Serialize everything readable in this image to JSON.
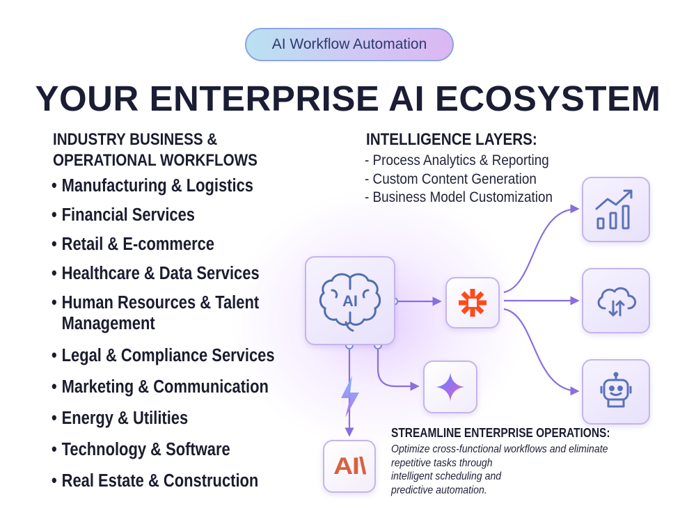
{
  "badge": "AI Workflow Automation",
  "title": "YOUR ENTERPRISE AI ECOSYSTEM",
  "industries": {
    "title_line1": "INDUSTRY BUSINESS &",
    "title_line2": "OPERATIONAL WORKFLOWS",
    "items": [
      "Manufacturing & Logistics",
      "Financial Services",
      "Retail & E-commerce",
      "Healthcare & Data Services",
      "Human Resources & Talent",
      "Legal & Compliance Services",
      "Marketing & Communication",
      "Energy & Utilities",
      "Technology & Software",
      "Real Estate & Construction"
    ],
    "item_continuation": "Management"
  },
  "intelligence": {
    "title": "INTELLIGENCE LAYERS:",
    "items": [
      "- Process Analytics & Reporting",
      "- Custom Content Generation",
      "- Business Model Customization"
    ]
  },
  "diagram": {
    "hub_label": "AI",
    "hub_icon": "brain-icon",
    "nodes": [
      "zapier-icon",
      "gemini-icon",
      "anthropic-icon",
      "analytics-chart-icon",
      "cloud-sync-icon",
      "robot-assistant-icon"
    ],
    "anthropic_logo": "AI\\",
    "accent": "#8a6ee0",
    "hub_border": "#c5b4ec"
  },
  "streamline": {
    "title": "STREAMLINE ENTERPRISE OPERATIONS:",
    "desc_lines": [
      "Optimize cross-functional workflows and eliminate",
      "repetitive tasks through",
      "intelligent scheduling and",
      "predictive automation."
    ]
  }
}
